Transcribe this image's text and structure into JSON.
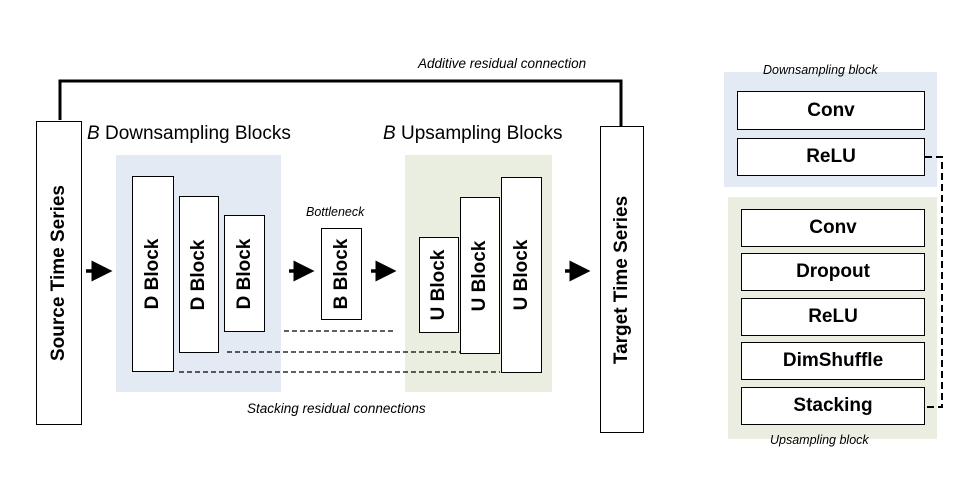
{
  "main": {
    "additive_label": "Additive residual connection",
    "down_title_b": "B",
    "down_title_rest": " Downsampling Blocks",
    "up_title_b": "B",
    "up_title_rest": " Upsampling Blocks",
    "source_label": "Source Time Series",
    "target_label": "Target Time Series",
    "bottleneck_caption": "Bottleneck",
    "stacking_label": "Stacking residual connections",
    "d_blocks": [
      "D Block",
      "D Block",
      "D Block"
    ],
    "b_block": "B Block",
    "u_blocks": [
      "U Block",
      "U Block",
      "U Block"
    ]
  },
  "legend": {
    "down_title": "Downsampling block",
    "down_layers": [
      "Conv",
      "ReLU"
    ],
    "up_layers": [
      "Conv",
      "Dropout",
      "ReLU",
      "DimShuffle",
      "Stacking"
    ],
    "up_title": "Upsampling block"
  },
  "colors": {
    "down_shade": "#e3eaf4",
    "up_shade": "#eaeee0"
  }
}
